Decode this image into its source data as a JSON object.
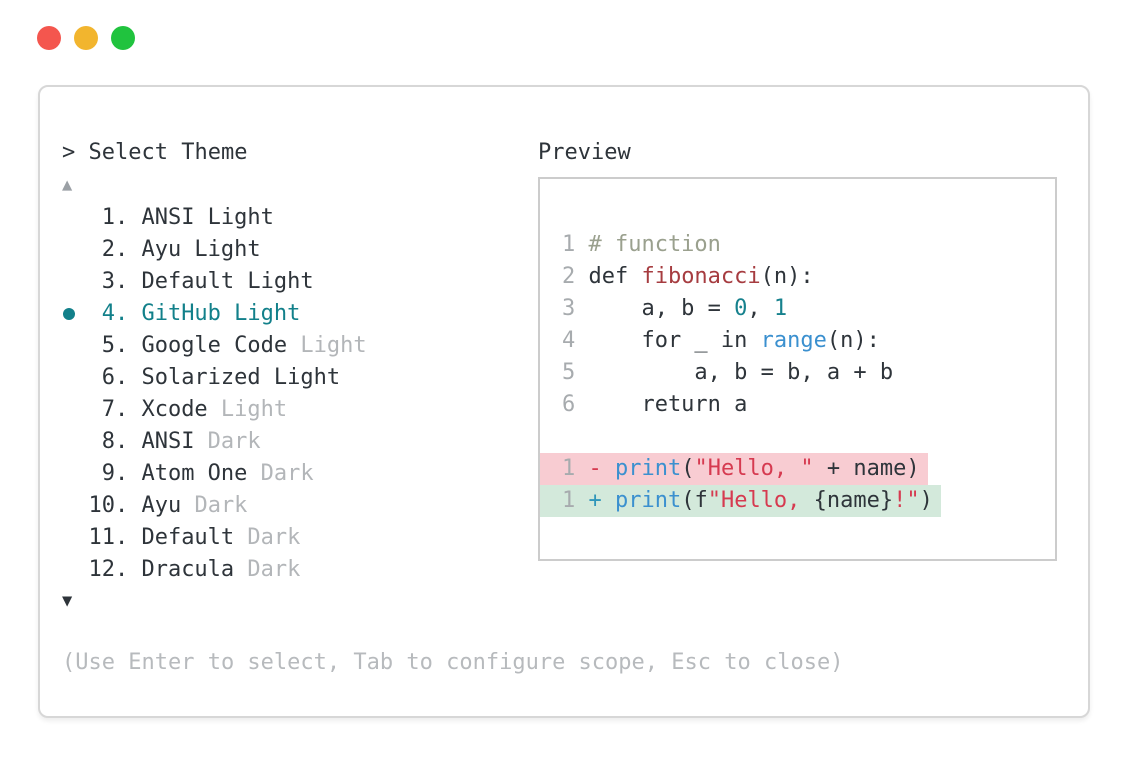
{
  "window_controls": {
    "close_color": "#f4564e",
    "minimize_color": "#f2b52e",
    "zoom_color": "#20c33e"
  },
  "colors": {
    "accent_teal": "#12808a",
    "text_dark": "#2e343a",
    "text_muted": "#b3b6b9",
    "diff_del_bg": "#f8ccd2",
    "diff_add_bg": "#d3e9db",
    "syntax_comment": "#9aa08e",
    "syntax_function": "#a63c40",
    "syntax_number": "#16818d",
    "syntax_builtin": "#3b90cf",
    "syntax_string": "#d63a50"
  },
  "theme_picker": {
    "prompt": "> ",
    "title": "Select Theme",
    "scroll_up_icon": "▲",
    "scroll_down_icon": "▼",
    "items": [
      {
        "number": "1.",
        "main": "ANSI Light",
        "muted": "",
        "selected": false
      },
      {
        "number": "2.",
        "main": "Ayu Light",
        "muted": "",
        "selected": false
      },
      {
        "number": "3.",
        "main": "Default Light",
        "muted": "",
        "selected": false
      },
      {
        "number": "4.",
        "main": "GitHub Light",
        "muted": "",
        "selected": true
      },
      {
        "number": "5.",
        "main": "Google Code",
        "muted": "Light",
        "selected": false
      },
      {
        "number": "6.",
        "main": "Solarized Light",
        "muted": "",
        "selected": false
      },
      {
        "number": "7.",
        "main": "Xcode",
        "muted": "Light",
        "selected": false
      },
      {
        "number": "8.",
        "main": "ANSI",
        "muted": "Dark",
        "selected": false
      },
      {
        "number": "9.",
        "main": "Atom One",
        "muted": "Dark",
        "selected": false
      },
      {
        "number": "10.",
        "main": "Ayu",
        "muted": "Dark",
        "selected": false
      },
      {
        "number": "11.",
        "main": "Default",
        "muted": "Dark",
        "selected": false
      },
      {
        "number": "12.",
        "main": "Dracula",
        "muted": "Dark",
        "selected": false
      }
    ],
    "hint": "(Use Enter to select, Tab to configure scope, Esc to close)"
  },
  "preview": {
    "title": "Preview",
    "lines": [
      {
        "num": "1",
        "diff": null,
        "tokens": [
          {
            "t": "# function",
            "s": "comment"
          }
        ]
      },
      {
        "num": "2",
        "diff": null,
        "tokens": [
          {
            "t": "def ",
            "s": "plain"
          },
          {
            "t": "fibonacci",
            "s": "func"
          },
          {
            "t": "(n):",
            "s": "plain"
          }
        ]
      },
      {
        "num": "3",
        "diff": null,
        "tokens": [
          {
            "t": "    a, b = ",
            "s": "plain"
          },
          {
            "t": "0",
            "s": "num"
          },
          {
            "t": ", ",
            "s": "plain"
          },
          {
            "t": "1",
            "s": "num"
          }
        ]
      },
      {
        "num": "4",
        "diff": null,
        "tokens": [
          {
            "t": "    for _ in ",
            "s": "plain"
          },
          {
            "t": "range",
            "s": "builtin"
          },
          {
            "t": "(n):",
            "s": "plain"
          }
        ]
      },
      {
        "num": "5",
        "diff": null,
        "tokens": [
          {
            "t": "        a, b = b, a + b",
            "s": "plain"
          }
        ]
      },
      {
        "num": "6",
        "diff": null,
        "tokens": [
          {
            "t": "    return a",
            "s": "plain"
          }
        ]
      },
      {
        "num": "",
        "diff": null,
        "tokens": []
      },
      {
        "num": "1",
        "diff": "del",
        "tokens": [
          {
            "t": "- ",
            "s": "del"
          },
          {
            "t": "print",
            "s": "builtin"
          },
          {
            "t": "(",
            "s": "plain"
          },
          {
            "t": "\"Hello, \"",
            "s": "str"
          },
          {
            "t": " + name)",
            "s": "plain"
          }
        ]
      },
      {
        "num": "1",
        "diff": "add",
        "tokens": [
          {
            "t": "+ ",
            "s": "add"
          },
          {
            "t": "print",
            "s": "builtin"
          },
          {
            "t": "(f",
            "s": "plain"
          },
          {
            "t": "\"Hello, ",
            "s": "str"
          },
          {
            "t": "{name}",
            "s": "plain"
          },
          {
            "t": "!\"",
            "s": "str"
          },
          {
            "t": ")",
            "s": "plain"
          }
        ]
      }
    ]
  }
}
